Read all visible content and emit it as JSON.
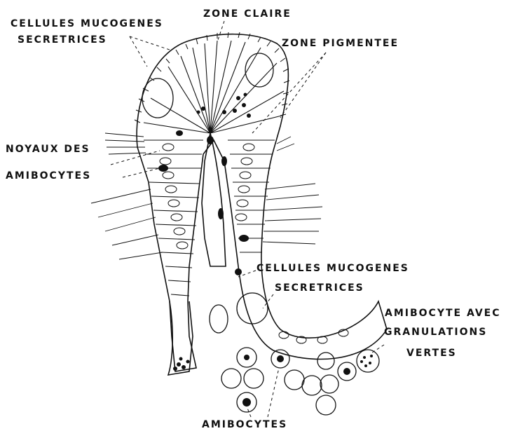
{
  "labels": {
    "cellules_mucogenes_top": "CELLULES MUCOGENES",
    "secretrices_top": "SECRETRICES",
    "zone_claire": "ZONE CLAIRE",
    "zone_pigmentee": "ZONE PIGMENTEE",
    "noyaux_des": "NOYAUX DES",
    "amibocytes_left": "AMIBOCYTES",
    "cellules_mucogenes_mid": "CELLULES MUCOGENES",
    "secretrices_mid": "SECRETRICES",
    "amibocyte_avec": "AMIBOCYTE AVEC",
    "granulations": "GRANULATIONS",
    "vertes": "VERTES",
    "amibocytes_bottom": "AMIBOCYTES"
  },
  "colors": {
    "ink": "#111111",
    "background": "#ffffff"
  }
}
